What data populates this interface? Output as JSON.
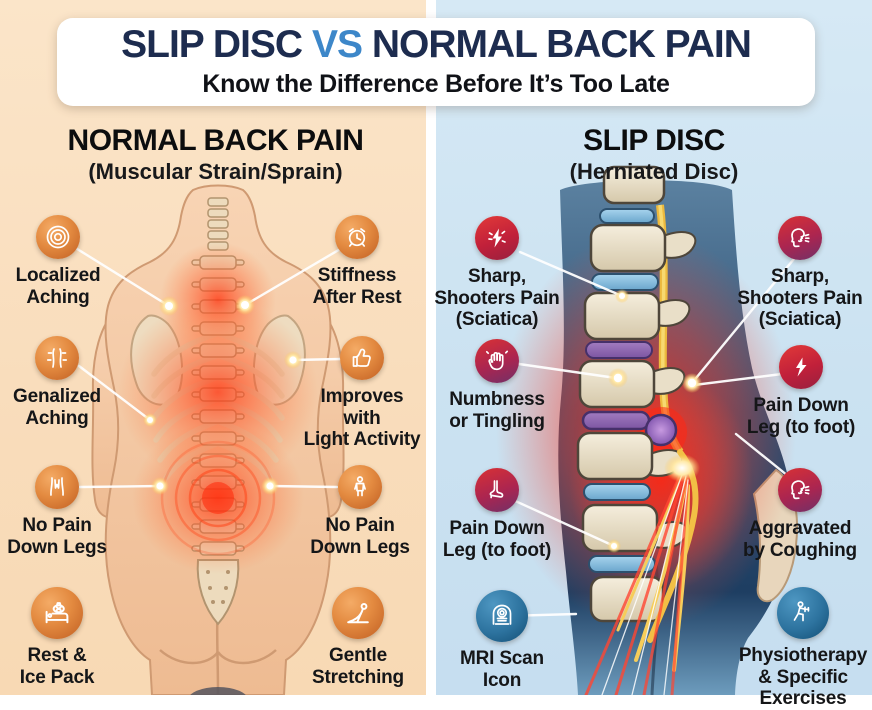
{
  "header": {
    "title_left": "SLIP DISC",
    "title_vs": "VS",
    "title_right": "NORMAL BACK PAIN",
    "subtitle": "Know the Difference Before It’s Too Late"
  },
  "left_panel": {
    "title": "NORMAL BACK PAIN",
    "subtitle": "(Muscular Strain/Sprain)",
    "callouts": [
      {
        "id": "localized-aching",
        "icon": "target-rings-icon",
        "label": "Localized\nAching"
      },
      {
        "id": "stiffness-after-rest",
        "icon": "alarm-clock-icon",
        "label": "Stiffness\nAfter Rest"
      },
      {
        "id": "generalized-aching",
        "icon": "back-ache-icon",
        "label": "Genalized\nAching"
      },
      {
        "id": "improves-with-light-activity",
        "icon": "thumbs-up-icon",
        "label": "Improves\nwith\nLight Activity"
      },
      {
        "id": "no-pain-down-legs-left",
        "icon": "legs-icon",
        "label": "No Pain\nDown Legs"
      },
      {
        "id": "no-pain-down-legs-right",
        "icon": "standing-person-icon",
        "label": "No Pain\nDown Legs"
      },
      {
        "id": "rest-ice-pack",
        "icon": "bed-ice-pack-icon",
        "label": "Rest &\nIce Pack"
      },
      {
        "id": "gentle-stretching",
        "icon": "stretching-person-icon",
        "label": "Gentle\nStretching"
      }
    ]
  },
  "right_panel": {
    "title": "SLIP DISC",
    "subtitle": "(Herniated Disc)",
    "callouts": [
      {
        "id": "sharp-shooters-pain-left",
        "icon": "pain-spark-icon",
        "label": "Sharp,\nShooters Pain\n(Sciatica)"
      },
      {
        "id": "sharp-shooters-pain-right",
        "icon": "coughing-head-icon",
        "label": "Sharp,\nShooters Pain\n(Sciatica)"
      },
      {
        "id": "numbness-or-tingling",
        "icon": "numb-hand-icon",
        "label": "Numbness\nor Tingling"
      },
      {
        "id": "pain-down-leg-right",
        "icon": "lightning-bolt-icon",
        "label": "Pain Down\nLeg (to foot)"
      },
      {
        "id": "pain-down-leg-left",
        "icon": "foot-icon",
        "label": "Pain Down\nLeg (to foot)"
      },
      {
        "id": "aggravated-by-coughing",
        "icon": "coughing-head-icon",
        "label": "Aggravated\nby Coughing"
      },
      {
        "id": "mri-scan",
        "icon": "mri-scanner-icon",
        "label": "MRI Scan\nIcon"
      },
      {
        "id": "physiotherapy",
        "icon": "physiotherapy-icon",
        "label": "Physiotherapy\n& Specific\nExercises"
      }
    ]
  },
  "colors": {
    "left_background": "#f9ddbc",
    "right_background": "#cbe2f1",
    "header_title_navy": "#1d2c4f",
    "vs_blue": "#3d87c9",
    "orange_icon": "#d77a31",
    "red_icon": "#c1203a",
    "red_purple_icon": "#9c2455",
    "blue_icon": "#2d739f",
    "inflammation_red": "#ff4a22",
    "nerve_yellow": "#ecb93e"
  }
}
